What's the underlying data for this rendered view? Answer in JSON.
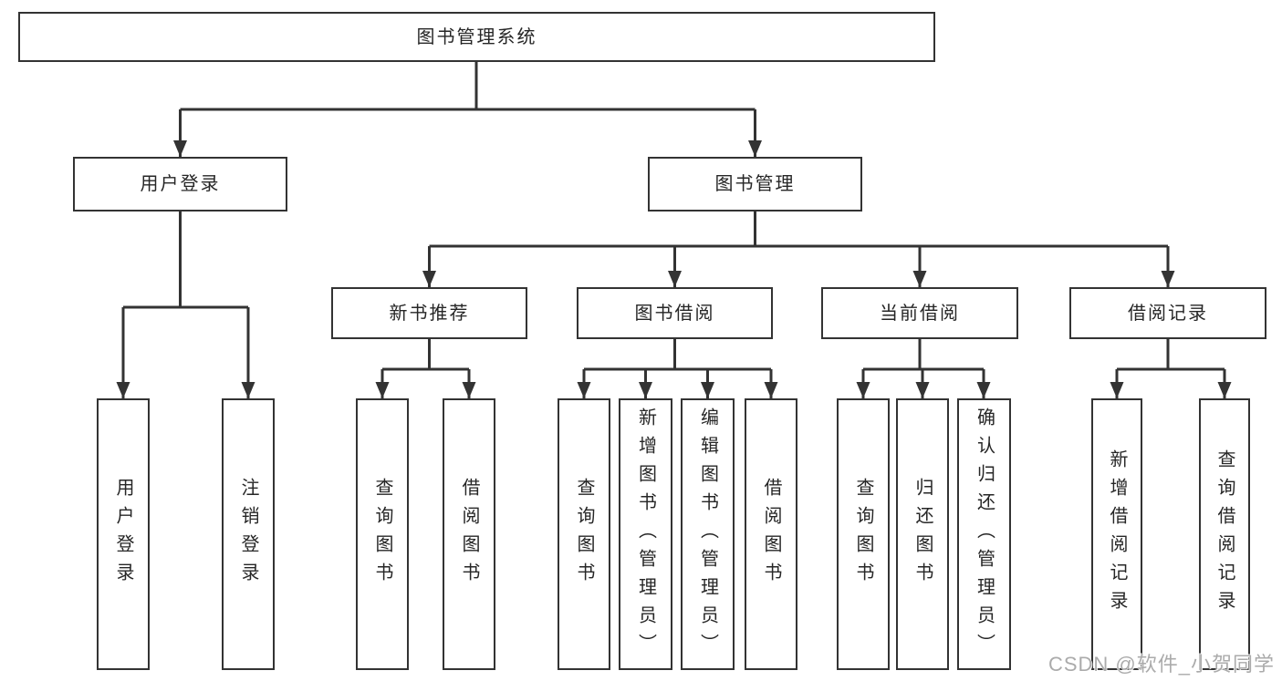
{
  "diagram": {
    "title": "图书管理系统",
    "root": {
      "label": "图书管理系统"
    },
    "branches": [
      {
        "label": "用户登录",
        "children": [
          "用户登录",
          "注销登录"
        ]
      },
      {
        "label": "图书管理",
        "children_groups": [
          {
            "label": "新书推荐",
            "children": [
              "查询图书",
              "借阅图书"
            ]
          },
          {
            "label": "图书借阅",
            "children": [
              "查询图书",
              "新增图书（管理员）",
              "编辑图书（管理员）",
              "借阅图书"
            ]
          },
          {
            "label": "当前借阅",
            "children": [
              "查询图书",
              "归还图书",
              "确认归还（管理员）"
            ]
          },
          {
            "label": "借阅记录",
            "children": [
              "新增借阅记录",
              "查询借阅记录"
            ]
          }
        ]
      }
    ]
  },
  "watermark": {
    "text": "CSDN @软件_小贺同学"
  },
  "colors": {
    "line": "#333333",
    "box_border": "#333333",
    "box_fill": "#ffffff",
    "text": "#262626",
    "watermark": "#ababab",
    "background": "#ffffff"
  }
}
